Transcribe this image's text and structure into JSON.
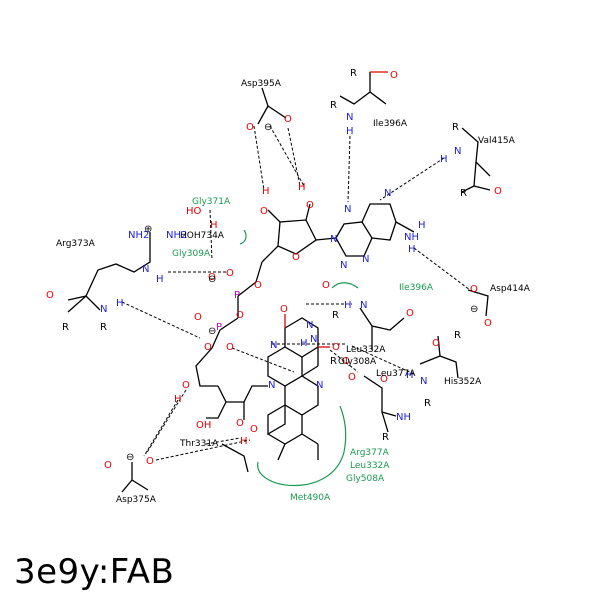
{
  "title": "3e9y:FAB",
  "residues_black": [
    {
      "key": "asp395",
      "label": "Asp395A"
    },
    {
      "key": "ile396",
      "label": "Ile396A"
    },
    {
      "key": "val415",
      "label": "Val415A"
    },
    {
      "key": "hoh734",
      "label": "HOH734A"
    },
    {
      "key": "arg373",
      "label": "Arg373A"
    },
    {
      "key": "asp414",
      "label": "Asp414A"
    },
    {
      "key": "leu332",
      "label": "Leu332A"
    },
    {
      "key": "gly308",
      "label": "Gly308A"
    },
    {
      "key": "leu377",
      "label": "Leu377A"
    },
    {
      "key": "his352",
      "label": "His352A"
    },
    {
      "key": "thr331",
      "label": "Thr331A"
    },
    {
      "key": "asp375",
      "label": "Asp375A"
    }
  ],
  "residues_green": [
    {
      "key": "gly371",
      "label": "Gly371A"
    },
    {
      "key": "gly309",
      "label": "Gly309A"
    },
    {
      "key": "ile396g",
      "label": "Ile396A"
    },
    {
      "key": "arg377",
      "label": "Arg377A"
    },
    {
      "key": "leu332g",
      "label": "Leu332A"
    },
    {
      "key": "gly508",
      "label": "Gly508A"
    },
    {
      "key": "met490",
      "label": "Met490A"
    }
  ],
  "atoms": {
    "O": "O",
    "N": "N",
    "H": "H",
    "P": "P",
    "R": "R",
    "HO": "HO",
    "OH": "OH",
    "NH2": "NH2",
    "NH": "NH",
    "charge_minus": "⊖",
    "charge_plus": "⊕"
  },
  "colors": {
    "oxygen": "#e00000",
    "nitrogen": "#2020e0",
    "phosphorus": "#d000d0",
    "hydrophobic": "#1a9a50",
    "carbon": "#000000"
  }
}
